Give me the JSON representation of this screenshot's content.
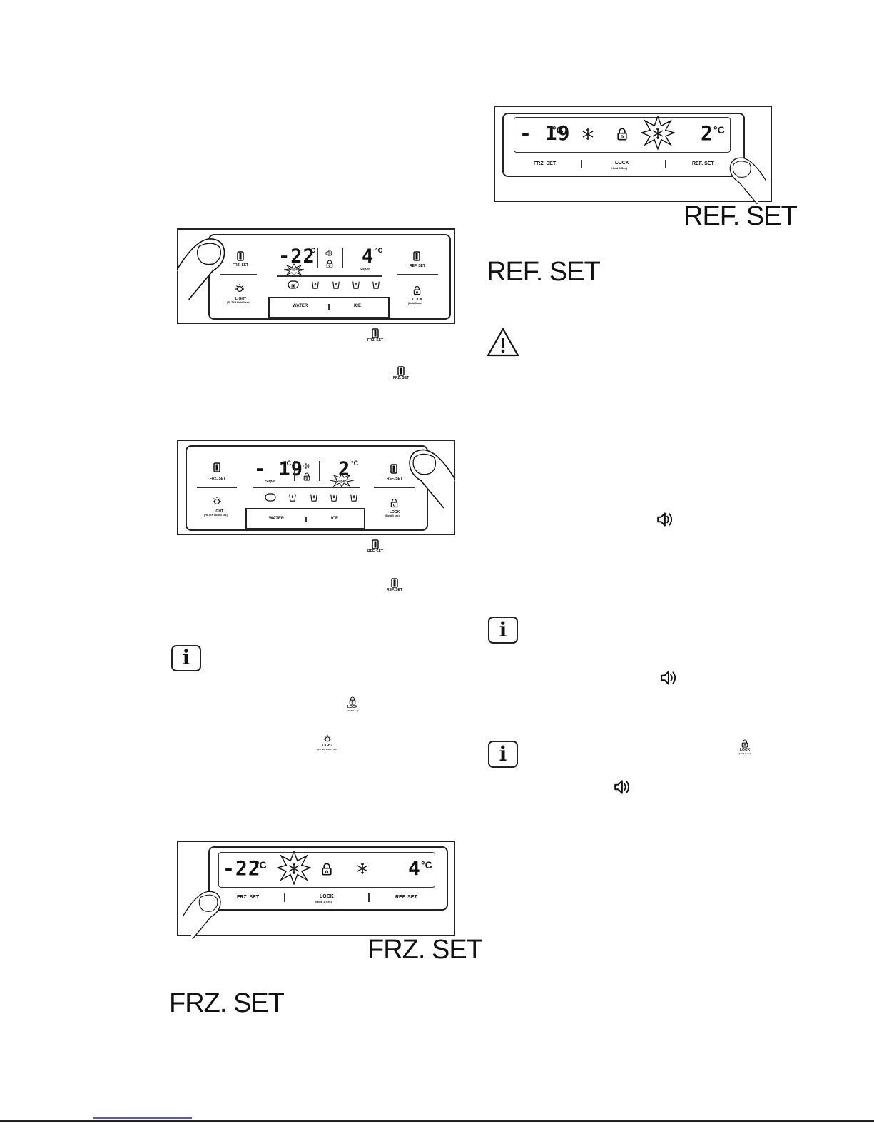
{
  "panel1": {
    "frz_temp": "-22",
    "frz_unit": "°C",
    "frz_super": "Super",
    "ref_temp": "4",
    "ref_unit": "°C",
    "ref_super": "Super",
    "frz_set": "FRZ. SET",
    "ref_set": "REF. SET",
    "light": "LIGHT",
    "light_sub": "(FILTER Hold 3 sec)",
    "lock": "LOCK",
    "lock_sub": "(Hold 3 sec)",
    "water": "WATER",
    "ice": "ICE"
  },
  "panel2": {
    "frz_temp": "- 19",
    "frz_unit": "°C",
    "frz_super": "Super",
    "ref_temp": "2",
    "ref_unit": "°C",
    "ref_super": "Super",
    "frz_set": "FRZ. SET",
    "ref_set": "REF. SET",
    "light": "LIGHT",
    "light_sub": "(FILTER Hold 3 sec)",
    "lock": "LOCK",
    "lock_sub": "(Hold 3 sec)",
    "water": "WATER",
    "ice": "ICE"
  },
  "panel3": {
    "frz_temp": "-22",
    "frz_unit": "°C",
    "ref_temp": "4",
    "ref_unit": "°C",
    "frz_set": "FRZ. SET",
    "lock": "LOCK",
    "lock_sub": "(Hold 3 Sec)",
    "ref_set": "REF. SET"
  },
  "panel4": {
    "frz_temp": "- 19",
    "frz_unit": "°C",
    "ref_temp": "2",
    "ref_unit": "°C",
    "frz_set": "FRZ. SET",
    "lock": "LOCK",
    "lock_sub": "(Hold 3 Sec)",
    "ref_set": "REF. SET"
  },
  "headings": {
    "frz_set_caption": "FRZ. SET",
    "frz_set_title": "FRZ. SET",
    "ref_set_caption": "REF. SET",
    "ref_set_title": "REF. SET"
  },
  "inline_icons": {
    "frz_set": "FRZ. SET",
    "ref_set": "REF. SET",
    "lock": "LOCK",
    "lock_sub": "(Hold 3 sec)",
    "light": "LIGHT",
    "light_sub": "(FILTER Hold 3 sec)"
  },
  "notes": {
    "info_letter": "i"
  }
}
